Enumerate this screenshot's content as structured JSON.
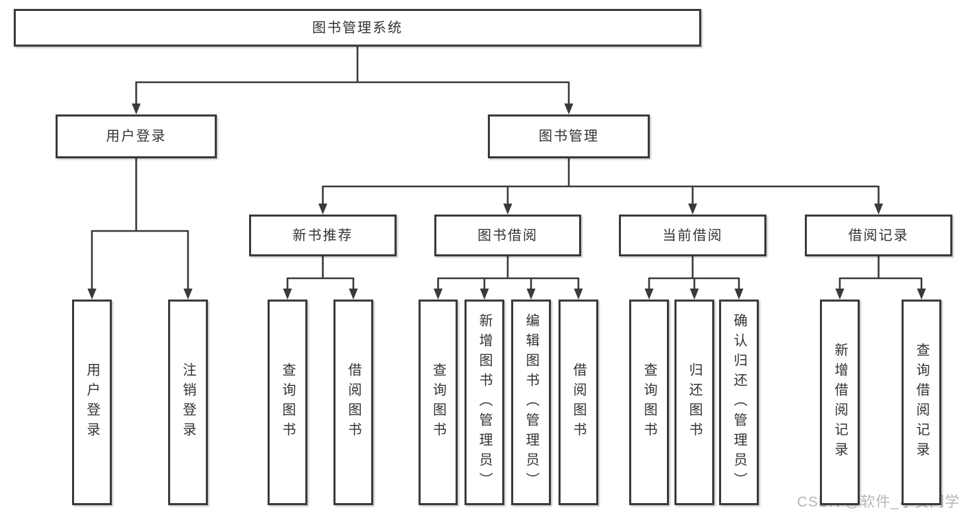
{
  "diagram": {
    "title": "图书管理系统",
    "watermark": "CSDN @软件_小贺同学",
    "colors": {
      "line": "#3a3a3a",
      "box_border": "#3a3a3a",
      "box_fill": "#ffffff",
      "text": "#333333",
      "background": "#ffffff",
      "watermark": "#b5b5b5"
    },
    "nodes": [
      {
        "id": "root",
        "label": "图书管理系统",
        "parent": null,
        "orientation": "horizontal"
      },
      {
        "id": "user-login",
        "label": "用户登录",
        "parent": "root",
        "orientation": "horizontal"
      },
      {
        "id": "book-mgmt",
        "label": "图书管理",
        "parent": "root",
        "orientation": "horizontal"
      },
      {
        "id": "leaf-user-login",
        "label": "用户登录",
        "parent": "user-login",
        "orientation": "vertical"
      },
      {
        "id": "leaf-logout",
        "label": "注销登录",
        "parent": "user-login",
        "orientation": "vertical"
      },
      {
        "id": "new-book-rec",
        "label": "新书推荐",
        "parent": "book-mgmt",
        "orientation": "horizontal"
      },
      {
        "id": "book-borrow",
        "label": "图书借阅",
        "parent": "book-mgmt",
        "orientation": "horizontal"
      },
      {
        "id": "current-borrow",
        "label": "当前借阅",
        "parent": "book-mgmt",
        "orientation": "horizontal"
      },
      {
        "id": "borrow-records",
        "label": "借阅记录",
        "parent": "book-mgmt",
        "orientation": "horizontal"
      },
      {
        "id": "nb-query",
        "label": "查询图书",
        "parent": "new-book-rec",
        "orientation": "vertical"
      },
      {
        "id": "nb-borrow",
        "label": "借阅图书",
        "parent": "new-book-rec",
        "orientation": "vertical"
      },
      {
        "id": "bb-query",
        "label": "查询图书",
        "parent": "book-borrow",
        "orientation": "vertical"
      },
      {
        "id": "bb-add",
        "label": "新增图书（管理员）",
        "parent": "book-borrow",
        "orientation": "vertical"
      },
      {
        "id": "bb-edit",
        "label": "编辑图书（管理员）",
        "parent": "book-borrow",
        "orientation": "vertical"
      },
      {
        "id": "bb-borrow",
        "label": "借阅图书",
        "parent": "book-borrow",
        "orientation": "vertical"
      },
      {
        "id": "cb-query",
        "label": "查询图书",
        "parent": "current-borrow",
        "orientation": "vertical"
      },
      {
        "id": "cb-return",
        "label": "归还图书",
        "parent": "current-borrow",
        "orientation": "vertical"
      },
      {
        "id": "cb-confirm",
        "label": "确认归还（管理员）",
        "parent": "current-borrow",
        "orientation": "vertical"
      },
      {
        "id": "br-add",
        "label": "新增借阅记录",
        "parent": "borrow-records",
        "orientation": "vertical"
      },
      {
        "id": "br-query",
        "label": "查询借阅记录",
        "parent": "borrow-records",
        "orientation": "vertical"
      }
    ]
  }
}
